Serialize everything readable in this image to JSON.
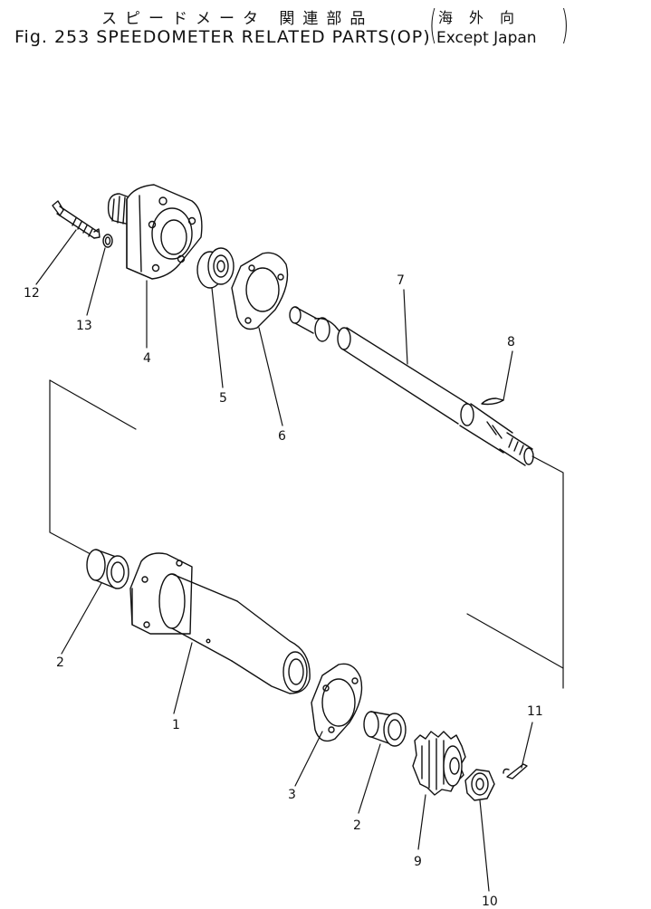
{
  "header": {
    "title_jp": "スピードメータ 関連部品",
    "fig_title": "Fig. 253 SPEEDOMETER RELATED PARTS(OP)",
    "region_jp": "海外向",
    "region_en": "Except Japan"
  },
  "callouts": [
    "1",
    "2",
    "3",
    "2",
    "4",
    "5",
    "6",
    "7",
    "8",
    "9",
    "10",
    "11",
    "12",
    "13"
  ]
}
